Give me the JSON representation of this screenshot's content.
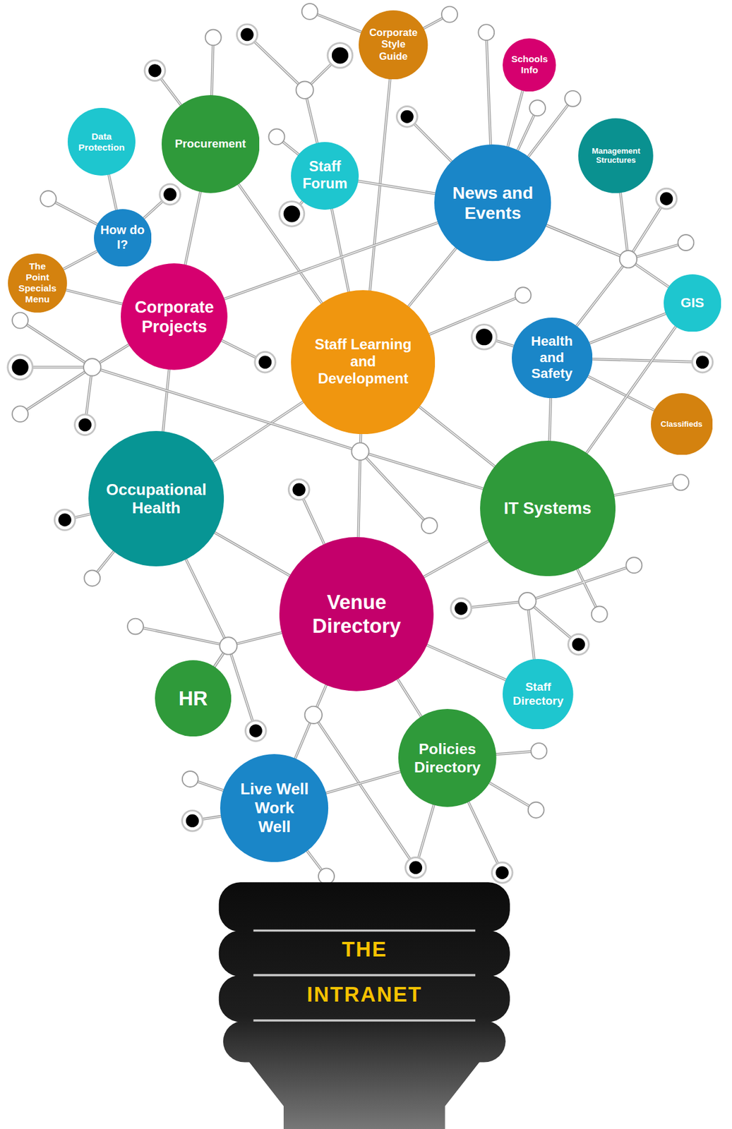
{
  "diagram": {
    "nodes": [
      {
        "text": [
          "Corporate Style Guide"
        ]
      },
      {
        "text": [
          "Schools Info"
        ]
      },
      {
        "text": [
          "Data Protection"
        ]
      },
      {
        "text": [
          "Procurement"
        ]
      },
      {
        "text": [
          "Management Structures"
        ]
      },
      {
        "text": [
          "Staff Forum"
        ]
      },
      {
        "text": [
          "News and Events"
        ]
      },
      {
        "text": [
          "How do I?"
        ]
      },
      {
        "text": [
          "The Point Specials Menu"
        ]
      },
      {
        "text": [
          "GIS"
        ]
      },
      {
        "text": [
          "Corporate Projects"
        ]
      },
      {
        "text": [
          "Health and Safety"
        ]
      },
      {
        "text": [
          "Staff Learning and Development"
        ]
      },
      {
        "text": [
          "Classifieds"
        ]
      },
      {
        "text": [
          "Occupational Health"
        ]
      },
      {
        "text": [
          "IT Systems"
        ]
      },
      {
        "text": [
          "Venue Directory"
        ]
      },
      {
        "text": [
          "Staff Directory"
        ]
      },
      {
        "text": [
          "HR"
        ]
      },
      {
        "text": [
          "Policies Directory"
        ]
      },
      {
        "text": [
          "Live Well Work Well"
        ]
      },
      {
        "text": [
          "THE INTRANET"
        ]
      }
    ],
    "edges": [
      {
        "from": 1,
        "to": 6,
        "arrow": "none"
      },
      {
        "from": 2,
        "to": 7,
        "arrow": "none"
      },
      {
        "from": 7,
        "to": 8,
        "arrow": "none"
      },
      {
        "from": 8,
        "to": 10,
        "arrow": "none"
      },
      {
        "from": 3,
        "to": 10,
        "arrow": "none"
      },
      {
        "from": 3,
        "to": 12,
        "arrow": "none"
      },
      {
        "from": 0,
        "to": 12,
        "arrow": "none"
      },
      {
        "from": 5,
        "to": 6,
        "arrow": "none"
      },
      {
        "from": 5,
        "to": 12,
        "arrow": "none"
      },
      {
        "from": 6,
        "to": 12,
        "arrow": "none"
      },
      {
        "from": 10,
        "to": 6,
        "arrow": "none"
      },
      {
        "from": 6,
        "to": 4,
        "arrow": "none"
      },
      {
        "from": 6,
        "to": 9,
        "arrow": "none"
      },
      {
        "from": 6,
        "to": 11,
        "arrow": "none"
      },
      {
        "from": 10,
        "to": 14,
        "arrow": "none"
      },
      {
        "from": 12,
        "to": 14,
        "arrow": "none"
      },
      {
        "from": 12,
        "to": 15,
        "arrow": "none"
      },
      {
        "from": 11,
        "to": 15,
        "arrow": "none"
      },
      {
        "from": 11,
        "to": 9,
        "arrow": "none"
      },
      {
        "from": 11,
        "to": 13,
        "arrow": "none"
      },
      {
        "from": 9,
        "to": 15,
        "arrow": "none"
      },
      {
        "from": 10,
        "to": 15,
        "arrow": "none"
      },
      {
        "from": 12,
        "to": 16,
        "arrow": "none"
      },
      {
        "from": 14,
        "to": 16,
        "arrow": "none"
      },
      {
        "from": 14,
        "to": 18,
        "arrow": "none"
      },
      {
        "from": 16,
        "to": 18,
        "arrow": "none"
      },
      {
        "from": 15,
        "to": 16,
        "arrow": "none"
      },
      {
        "from": 16,
        "to": 17,
        "arrow": "none"
      },
      {
        "from": 16,
        "to": 19,
        "arrow": "none"
      },
      {
        "from": 16,
        "to": 20,
        "arrow": "none"
      },
      {
        "from": 19,
        "to": 20,
        "arrow": "none"
      }
    ]
  }
}
